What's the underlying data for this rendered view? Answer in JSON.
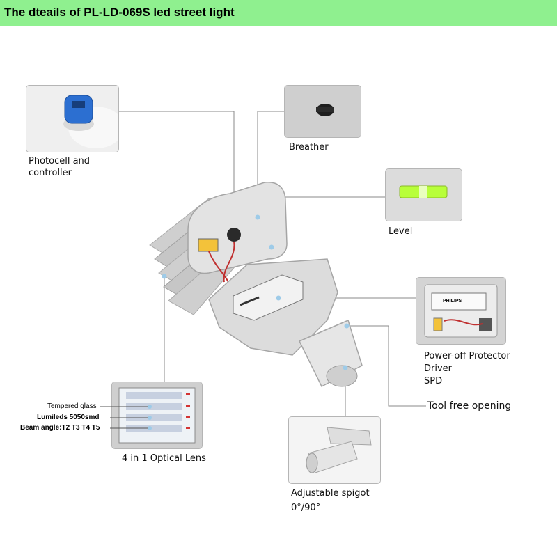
{
  "header": {
    "title": "The dteails of PL-LD-069S led street light"
  },
  "callouts": {
    "photocell": {
      "line1": "Photocell and",
      "line2": "controller"
    },
    "breather": {
      "label": "Breather"
    },
    "level": {
      "label": "Level"
    },
    "driver": {
      "line1": "Power-off Protector",
      "line2": "Driver",
      "line3": "SPD",
      "brand": "PHILIPS"
    },
    "tool_free": {
      "label": "Tool free opening"
    },
    "spigot": {
      "line1": "Adjustable spigot",
      "line2": "0°/90°"
    },
    "optical": {
      "label": "4 in 1 Optical Lens",
      "notes": [
        "Tempered glass",
        "Lumileds 5050smd",
        "Beam angle:T2 T3 T4 T5"
      ]
    }
  },
  "colors": {
    "header_bg": "#8ff08f",
    "leader_line": "#888888",
    "anchor_dot": "#9ecbe8",
    "housing": "#d9d9d9",
    "photocell_blue": "#2c6fd1",
    "level_green": "#b8ff3a",
    "lens_red": "#d33333"
  }
}
